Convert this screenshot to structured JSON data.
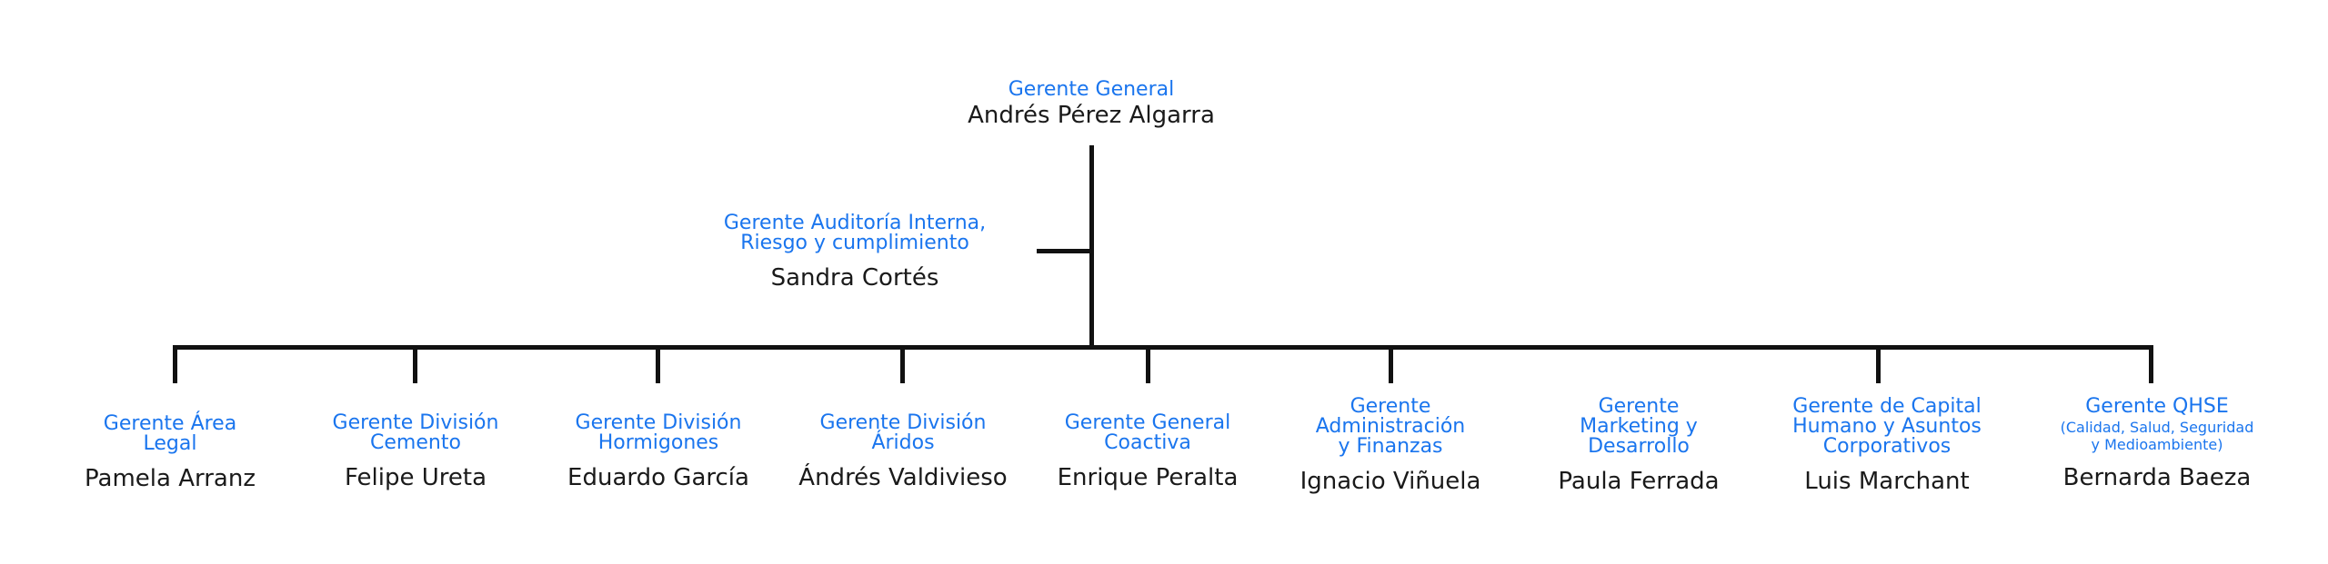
{
  "top": {
    "role": "Gerente General",
    "name": "Andrés Pérez Algarra"
  },
  "audit": {
    "role_lines": [
      "Gerente Auditoría Interna,",
      "Riesgo y cumplimiento"
    ],
    "name": "Sandra Cortés"
  },
  "managers": [
    {
      "role_lines": [
        "Gerente Área",
        "Legal"
      ],
      "name": "Pamela Arranz"
    },
    {
      "role_lines": [
        "Gerente División",
        "Cemento"
      ],
      "name": "Felipe Ureta"
    },
    {
      "role_lines": [
        "Gerente División",
        "Hormigones"
      ],
      "name": "Eduardo García"
    },
    {
      "role_lines": [
        "Gerente División",
        "Áridos"
      ],
      "name": "Ándrés Valdivieso"
    },
    {
      "role_lines": [
        "Gerente General",
        "Coactiva"
      ],
      "name": "Enrique Peralta"
    },
    {
      "role_lines": [
        "Gerente",
        "Administración",
        "y Finanzas"
      ],
      "name": "Ignacio Viñuela"
    },
    {
      "role_lines": [
        "Gerente",
        "Marketing y",
        "Desarrollo"
      ],
      "name": "Paula Ferrada"
    },
    {
      "role_lines": [
        "Gerente de Capital",
        "Humano y Asuntos",
        "Corporativos"
      ],
      "name": "Luis Marchant"
    },
    {
      "role_lines": [
        "Gerente QHSE"
      ],
      "role_small_lines": [
        "(Calidad, Salud, Seguridad",
        "y Medioambiente)"
      ],
      "name": "Bernarda Baeza"
    }
  ],
  "colors": {
    "role": "#1A75EE",
    "name": "#1a1a1a",
    "line": "#111111"
  }
}
